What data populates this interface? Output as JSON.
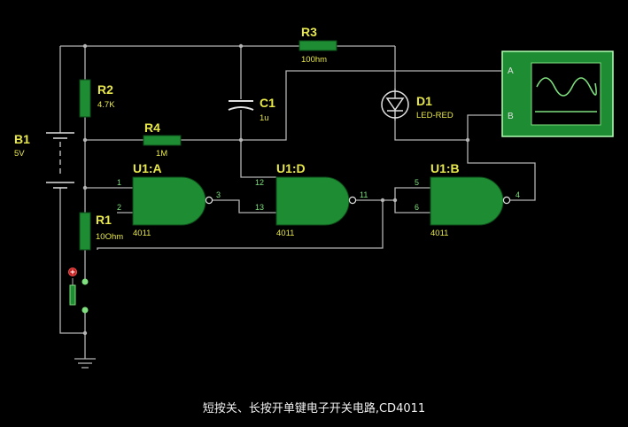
{
  "components": {
    "b1": {
      "ref": "B1",
      "value": "5V"
    },
    "r1": {
      "ref": "R1",
      "value": "10Ohm"
    },
    "r2": {
      "ref": "R2",
      "value": "4.7K"
    },
    "r3": {
      "ref": "R3",
      "value": "100hm"
    },
    "r4": {
      "ref": "R4",
      "value": "1M"
    },
    "c1": {
      "ref": "C1",
      "value": "1u"
    },
    "d1": {
      "ref": "D1",
      "value": "LED-RED"
    },
    "u1a": {
      "ref": "U1:A",
      "part": "4011",
      "pin_in1": "1",
      "pin_in2": "2",
      "pin_out": "3"
    },
    "u1d": {
      "ref": "U1:D",
      "part": "4011",
      "pin_in1": "12",
      "pin_in2": "13",
      "pin_out": "11"
    },
    "u1b": {
      "ref": "U1:B",
      "part": "4011",
      "pin_in1": "5",
      "pin_in2": "6",
      "pin_out": "4"
    },
    "scope": {
      "ch_a": "A",
      "ch_b": "B"
    }
  },
  "caption": "短按关、长按开单键电子开关电路,CD4011",
  "colors": {
    "background": "#000000",
    "wire": "#b4b4b4",
    "component": "#1e8c32",
    "label": "#e8e84a",
    "pin": "#7fe07f"
  }
}
